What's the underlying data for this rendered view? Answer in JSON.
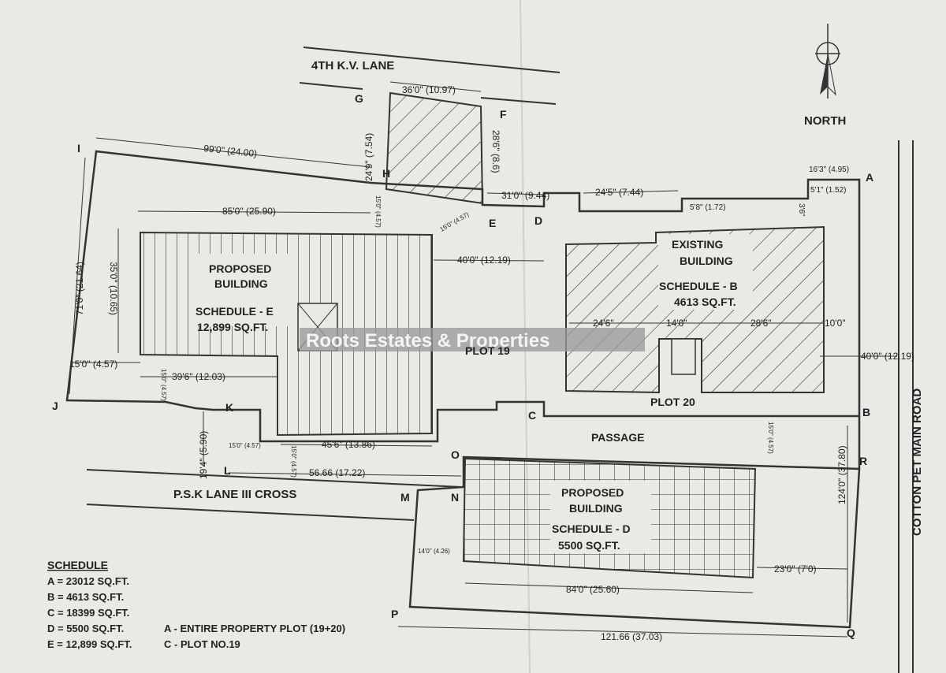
{
  "streets": {
    "top": "4TH K.V. LANE",
    "bottom_left": "P.S.K LANE III CROSS",
    "right": "COTTON PET MAIN ROAD",
    "passage": "PASSAGE"
  },
  "north_label": "NORTH",
  "points": {
    "A": "A",
    "B": "B",
    "C": "C",
    "D": "D",
    "E": "E",
    "F": "F",
    "G": "G",
    "H": "H",
    "I": "I",
    "J": "J",
    "K": "K",
    "L": "L",
    "M": "M",
    "N": "N",
    "O": "O",
    "P": "P",
    "Q": "Q",
    "R": "R"
  },
  "dimensions": {
    "gf": "36'0\" (10.97)",
    "fe": "28'6\" (8.6)",
    "gh": "24'9\" (7.54)",
    "ih": "99'0\" (24.00)",
    "ij": "71'0\" (21.64)",
    "de": "31'0\" (9.44)",
    "d_seg": "24'5\" (7.44)",
    "a_top": "16'3\" (4.95)",
    "a_sub": "5'1\" (1.52)",
    "a_mid": "5'8\" (1.72)",
    "a_small": "3'6\"",
    "e_small": "15'0\" (4.57)",
    "h_small": "15'0\" (4.57)",
    "e_wide": "85'0\" (25.90)",
    "e_left": "35'0\" (10.65)",
    "gap": "40'0\" (12.19)",
    "k_left": "15'0\" (4.57)",
    "k_w": "39'6\" (12.03)",
    "k_small": "15'0\" (4.57)",
    "e_bottom": "45'6\" (13.86)",
    "kl_small": "15'0\" (4.57)",
    "kl_small2": "15'0\" (4.57)",
    "lk": "19'4\" (5.90)",
    "lm": "56.66 (17.22)",
    "b1": "24'6\"",
    "b2": "14'0\"",
    "b3": "28'6\"",
    "b4": "10'0\"",
    "ab_right": "40'0\" (12.19)",
    "br": "124'0\" (37.80)",
    "br_small": "15'0\" (4.57)",
    "mp": "14'0\" (4.26)",
    "d_w": "84'0\" (25.60)",
    "d_r": "23'0\" (7'0)",
    "pq": "121.66 (37.03)"
  },
  "blocks": {
    "schedule_e": {
      "title_1": "PROPOSED",
      "title_2": "BUILDING",
      "sched": "SCHEDULE - E",
      "area": "12,899 SQ.FT."
    },
    "schedule_b": {
      "title_1": "EXISTING",
      "title_2": "BUILDING",
      "sched": "SCHEDULE - B",
      "area": "4613 SQ.FT."
    },
    "schedule_d": {
      "title_1": "PROPOSED",
      "title_2": "BUILDING",
      "sched": "SCHEDULE - D",
      "area": "5500 SQ.FT."
    }
  },
  "plot_labels": {
    "plot19": "PLOT 19",
    "plot20": "PLOT 20"
  },
  "schedule": {
    "title": "SCHEDULE",
    "rows": [
      "A = 23012 SQ.FT.",
      "B = 4613 SQ.FT.",
      "C = 18399 SQ.FT.",
      "D = 5500 SQ.FT.",
      "E = 12,899 SQ.FT."
    ],
    "notes": [
      "A - ENTIRE PROPERTY PLOT (19+20)",
      "C - PLOT NO.19"
    ]
  },
  "watermark": "Roots Estates & Properties",
  "colors": {
    "ink": "#222222",
    "paper": "#e9e9e6",
    "watermark_band": "#9a9a9a"
  }
}
